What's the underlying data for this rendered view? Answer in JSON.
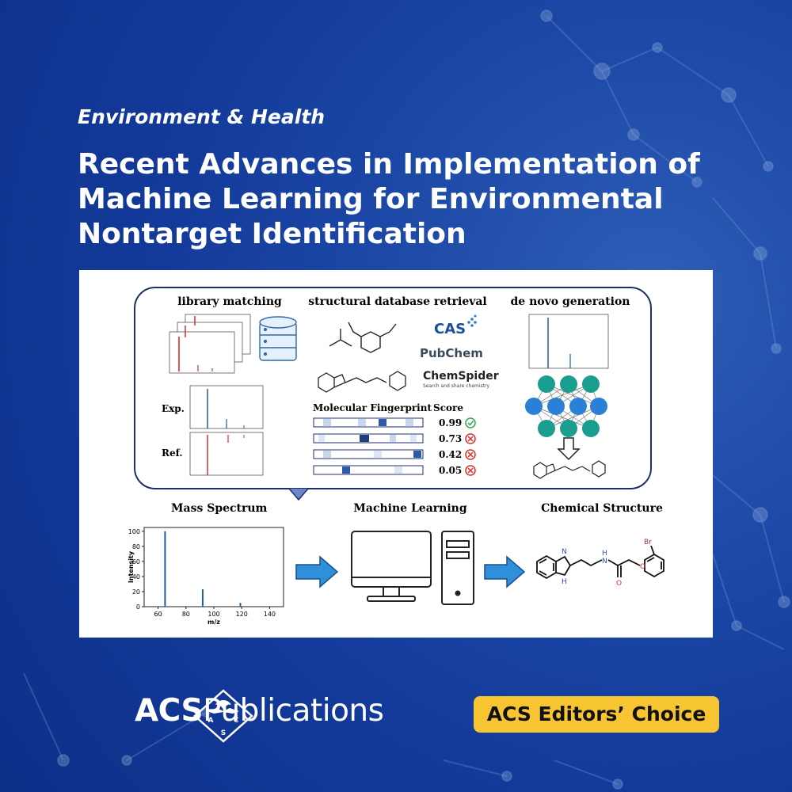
{
  "header": {
    "category": "Environment & Health",
    "title": "Recent Advances in Implementation of Machine Learning for Environmental Nontarget Identification"
  },
  "figure": {
    "top_panel": {
      "library_matching": {
        "heading": "library matching",
        "exp_label": "Exp.",
        "ref_label": "Ref."
      },
      "database_retrieval": {
        "heading": "structural database retrieval",
        "databases": [
          "CAS",
          "PubChem",
          "ChemSpider"
        ],
        "chemspider_tagline": "Search and share chemistry",
        "fingerprint_header": "Molecular Fingerprint",
        "score_header": "Score",
        "scores": [
          {
            "value": "0.99",
            "status": "match"
          },
          {
            "value": "0.73",
            "status": "reject"
          },
          {
            "value": "0.42",
            "status": "reject"
          },
          {
            "value": "0.05",
            "status": "reject"
          }
        ]
      },
      "de_novo": {
        "heading": "de novo generation"
      }
    },
    "bottom_panel": {
      "mass_spectrum": {
        "heading": "Mass Spectrum",
        "ylabel": "Intensity",
        "xlabel": "m/z",
        "y_ticks": [
          "0",
          "20",
          "40",
          "60",
          "80",
          "100"
        ],
        "x_ticks": [
          "60",
          "80",
          "100",
          "120",
          "140"
        ]
      },
      "machine_learning": {
        "heading": "Machine Learning"
      },
      "chemical_structure": {
        "heading": "Chemical Structure",
        "atom_labels": [
          "N",
          "H",
          "N",
          "H",
          "O",
          "O",
          "Br"
        ]
      }
    },
    "chart_data": {
      "type": "bar",
      "xlabel": "m/z",
      "ylabel": "Intensity",
      "xlim": [
        50,
        150
      ],
      "ylim": [
        0,
        105
      ],
      "x": [
        65,
        92,
        119
      ],
      "values": [
        100,
        23,
        5
      ]
    }
  },
  "footer": {
    "brand_bold": "ACS",
    "brand_rest": "Publications",
    "seal_letters": [
      "A",
      "C",
      "S"
    ],
    "badge": "ACS Editors’ Choice"
  },
  "colors": {
    "background": "#133a9a",
    "badge": "#f7c531",
    "spectrum_bar": "#1f5e9e",
    "reference_bar": "#d9302a",
    "network_node": "#1a9e8f",
    "arrow": "#2f8fd8"
  }
}
